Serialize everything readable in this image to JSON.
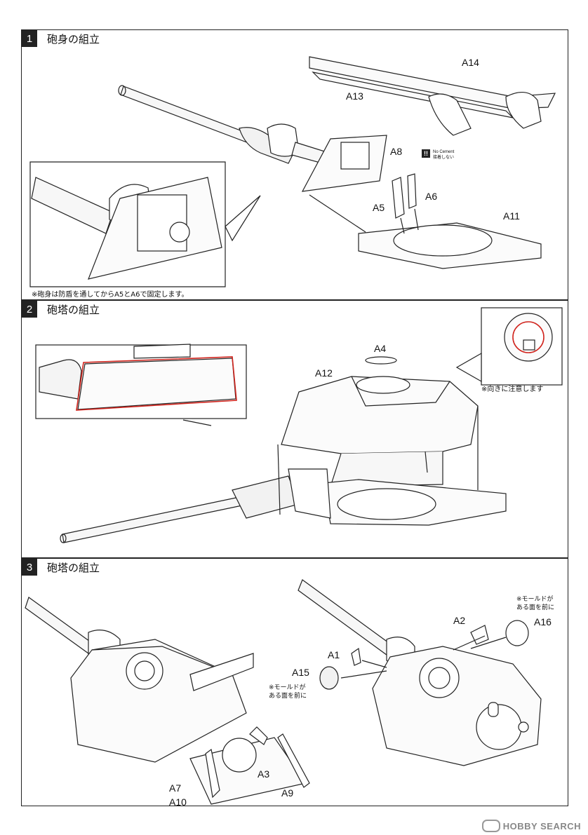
{
  "steps": [
    {
      "number": "1",
      "title": "砲身の組立",
      "parts": [
        "A14",
        "A13",
        "A8",
        "A6",
        "A5",
        "A11"
      ],
      "warning": {
        "icon": "!!",
        "line1": "No Cement",
        "line2": "接着しない"
      },
      "note": "※砲身は防盾を通してからA5とA6で固定します。"
    },
    {
      "number": "2",
      "title": "砲塔の組立",
      "parts": [
        "A4",
        "A12"
      ],
      "note": "※向きに注意します"
    },
    {
      "number": "3",
      "title": "砲塔の組立",
      "parts": [
        "A2",
        "A16",
        "A1",
        "A15",
        "A7",
        "A3",
        "A10",
        "A9"
      ],
      "note_mold_a16_l1": "※モールドが",
      "note_mold_a16_l2": "ある面を前に",
      "note_mold_a15_l1": "※モールドが",
      "note_mold_a15_l2": "ある面を前に"
    }
  ],
  "watermark": {
    "text": "HOBBY SEARCH"
  },
  "colors": {
    "line": "#222222",
    "highlight": "#d0231c",
    "fill_light": "#f4f4f4"
  }
}
